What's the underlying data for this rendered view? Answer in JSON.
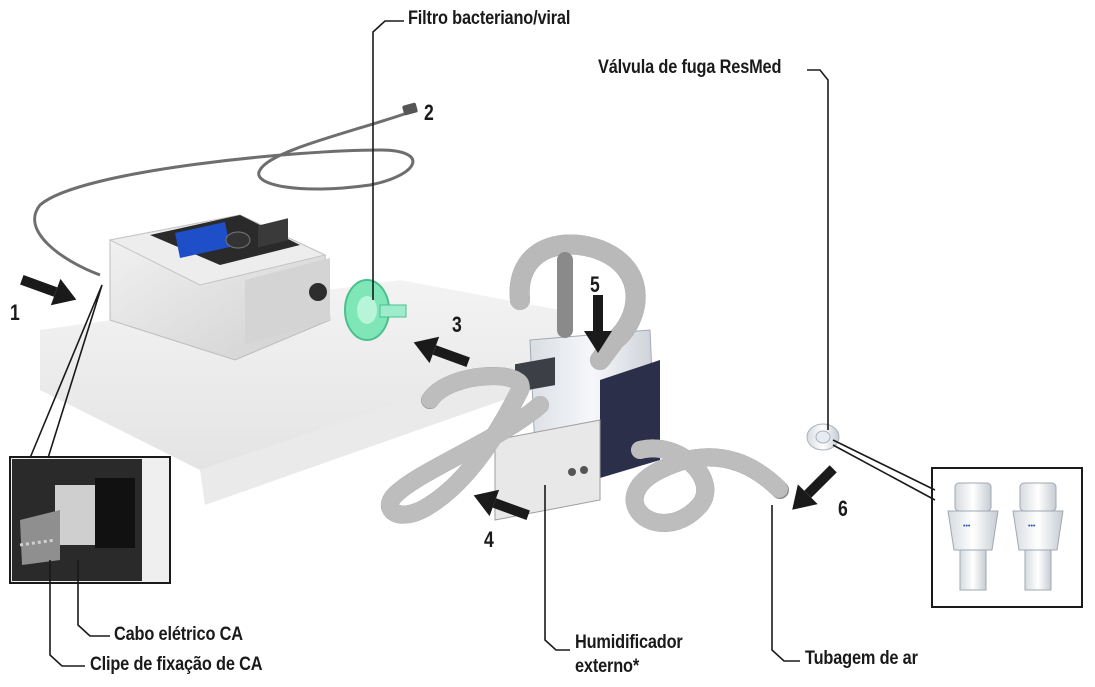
{
  "labels": {
    "filter": "Filtro bacteriano/viral",
    "valve": "Válvula de fuga ResMed",
    "cable": "Cabo elétrico CA",
    "clip": "Clipe de fixação de CA",
    "humidifier_line1": "Humidificador",
    "humidifier_line2": "externo*",
    "tubing": "Tubagem de ar"
  },
  "step_numbers": [
    "1",
    "2",
    "3",
    "4",
    "5",
    "6"
  ],
  "colors": {
    "text": "#1a1a1a",
    "device_body": "#e2e2e2",
    "device_screen": "#1e4fc8",
    "filter_green": "#7fe6b8",
    "tube_gray": "#8a8a8a",
    "humidifier_base": "#2b2f4a"
  }
}
